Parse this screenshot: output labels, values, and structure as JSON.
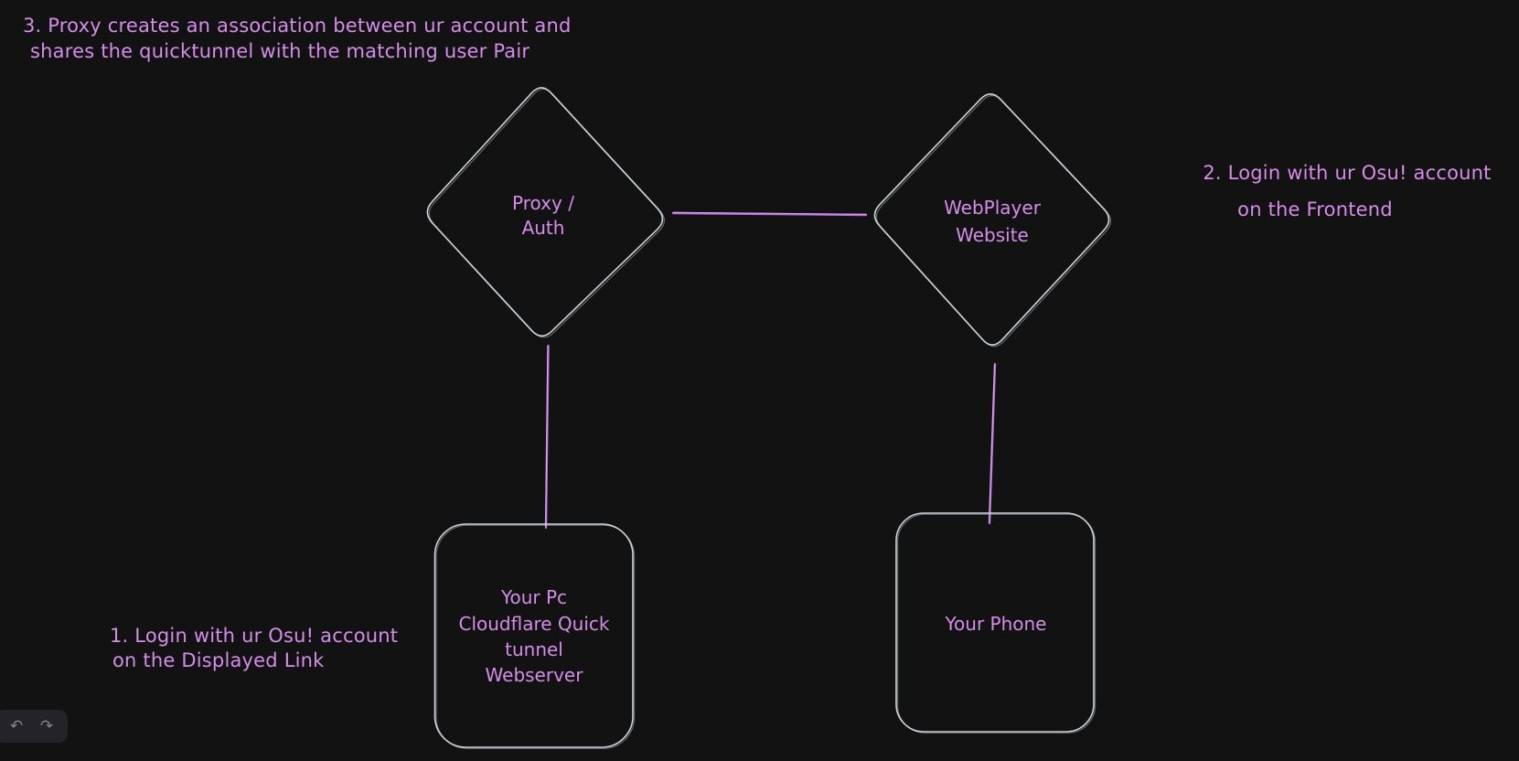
{
  "annotations": {
    "step1": {
      "line1": "1. Login with ur Osu! account",
      "line2": "on the Displayed Link"
    },
    "step2": {
      "line1": "2. Login with ur Osu! account",
      "line2": "on the Frontend"
    },
    "step3": {
      "line1": "3. Proxy creates an association between ur account and",
      "line2": "shares the quicktunnel with the matching user Pair"
    }
  },
  "shapes": {
    "proxy_auth": {
      "line1": "Proxy /",
      "line2": "Auth"
    },
    "webplayer": {
      "line1": "WebPlayer",
      "line2": "Website"
    },
    "pc": {
      "line1": "Your Pc",
      "line2": "Cloudflare Quick",
      "line3": "tunnel",
      "line4": "Webserver"
    },
    "phone": {
      "line1": "Your Phone"
    }
  },
  "toolbar": {
    "undo_icon": "↶",
    "redo_icon": "↷"
  },
  "colors": {
    "background": "#121212",
    "shape_stroke": "#ced4da",
    "connector_stroke": "#b66ad8",
    "connector_highlight": "#e2a4f5",
    "text_purple": "#d48de8",
    "toolbar_background": "#232329",
    "toolbar_icon": "#84848e"
  }
}
